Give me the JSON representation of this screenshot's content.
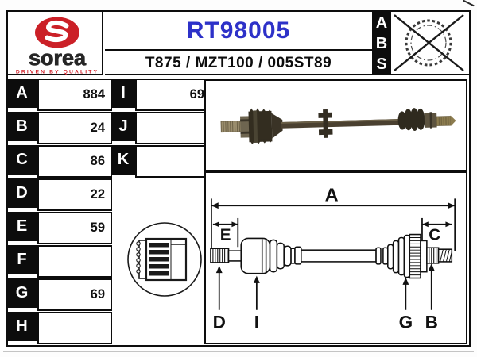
{
  "brand": {
    "name": "sorea",
    "tagline": "DRIVEN BY QUALITY"
  },
  "header": {
    "part_number": "RT98005",
    "reference": "T875 / MZT100 / 005ST89",
    "abs_letters": [
      "A",
      "B",
      "S"
    ],
    "abs_symbol": "crossed-out-abs-ring-icon"
  },
  "tables": {
    "left": [
      {
        "label": "A",
        "value": "884"
      },
      {
        "label": "B",
        "value": "24"
      },
      {
        "label": "C",
        "value": "86"
      },
      {
        "label": "D",
        "value": "22"
      },
      {
        "label": "E",
        "value": "59"
      },
      {
        "label": "F",
        "value": ""
      },
      {
        "label": "G",
        "value": "69"
      },
      {
        "label": "H",
        "value": ""
      }
    ],
    "middle": [
      {
        "label": "I",
        "value": "69"
      },
      {
        "label": "J",
        "value": ""
      },
      {
        "label": "K",
        "value": ""
      }
    ]
  },
  "diagram": {
    "dim_a": "A",
    "dim_e": "E",
    "dim_c": "C",
    "dim_d": "D",
    "dim_i": "I",
    "dim_g": "G",
    "dim_b": "B"
  },
  "colors": {
    "accent_blue": "#2d31c8",
    "brand_red": "#cb2027",
    "ink": "#0d0d0d"
  }
}
